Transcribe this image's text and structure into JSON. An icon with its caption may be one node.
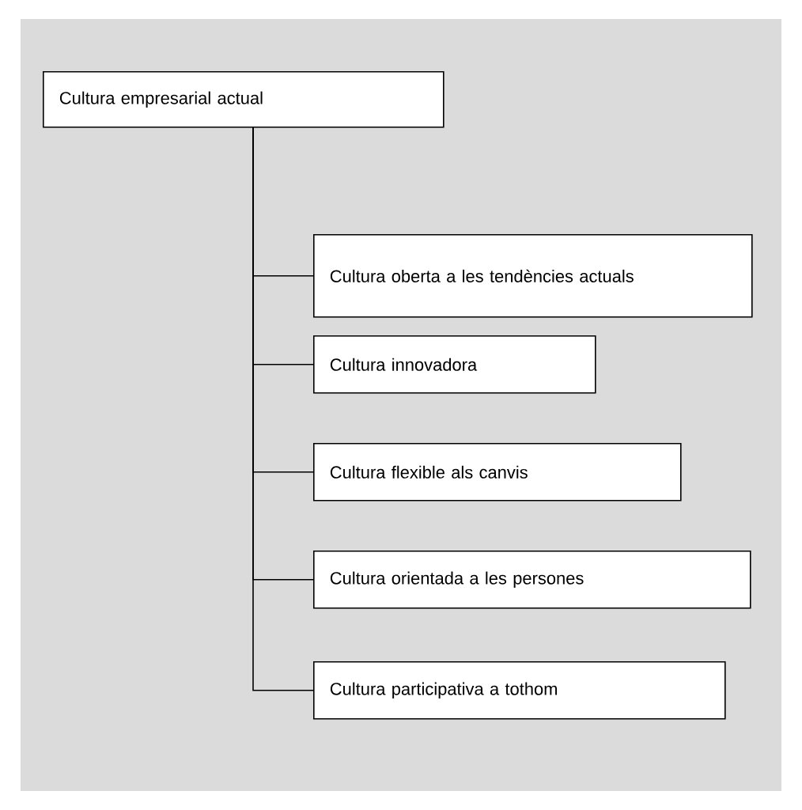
{
  "diagram": {
    "nodes": [
      {
        "text": [
          "Cultura empresarial actual"
        ]
      },
      {
        "text": [
          "Cultura oberta a les tendències actuals"
        ]
      },
      {
        "text": [
          "Cultura innovadora"
        ]
      },
      {
        "text": [
          "Cultura flexible als canvis"
        ]
      },
      {
        "text": [
          "Cultura orientada a les persones"
        ]
      },
      {
        "text": [
          "Cultura participativa a tothom"
        ]
      }
    ],
    "edges": [
      {
        "from": 0,
        "to": 1,
        "arrow": "none"
      },
      {
        "from": 0,
        "to": 2,
        "arrow": "none"
      },
      {
        "from": 0,
        "to": 3,
        "arrow": "none"
      },
      {
        "from": 0,
        "to": 4,
        "arrow": "none"
      },
      {
        "from": 0,
        "to": 5,
        "arrow": "none"
      }
    ]
  }
}
